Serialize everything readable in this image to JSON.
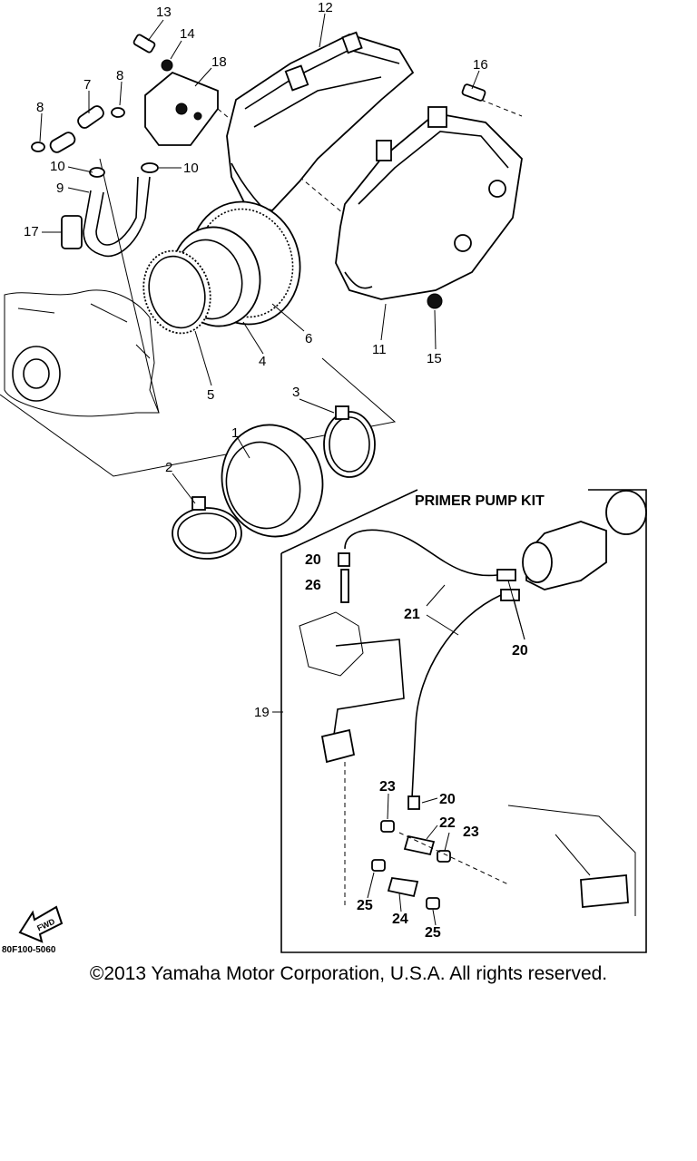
{
  "labels": {
    "p1": "1",
    "p2": "2",
    "p3": "3",
    "p4": "4",
    "p5": "5",
    "p6": "6",
    "p7": "7",
    "p8a": "8",
    "p8b": "8",
    "p9": "9",
    "p10a": "10",
    "p10b": "10",
    "p11": "11",
    "p12": "12",
    "p13": "13",
    "p14": "14",
    "p15": "15",
    "p16": "16",
    "p17": "17",
    "p18": "18",
    "p19": "19",
    "p20a": "20",
    "p20b": "20",
    "p20c": "20",
    "p21": "21",
    "p22": "22",
    "p23a": "23",
    "p23b": "23",
    "p24": "24",
    "p25a": "25",
    "p25b": "25",
    "p26": "26"
  },
  "kit_title": "PRIMER PUMP KIT",
  "fwd_label": "FWD",
  "diagram_code": "80F100-5060",
  "copyright": "©2013 Yamaha Motor Corporation, U.S.A. All rights reserved."
}
